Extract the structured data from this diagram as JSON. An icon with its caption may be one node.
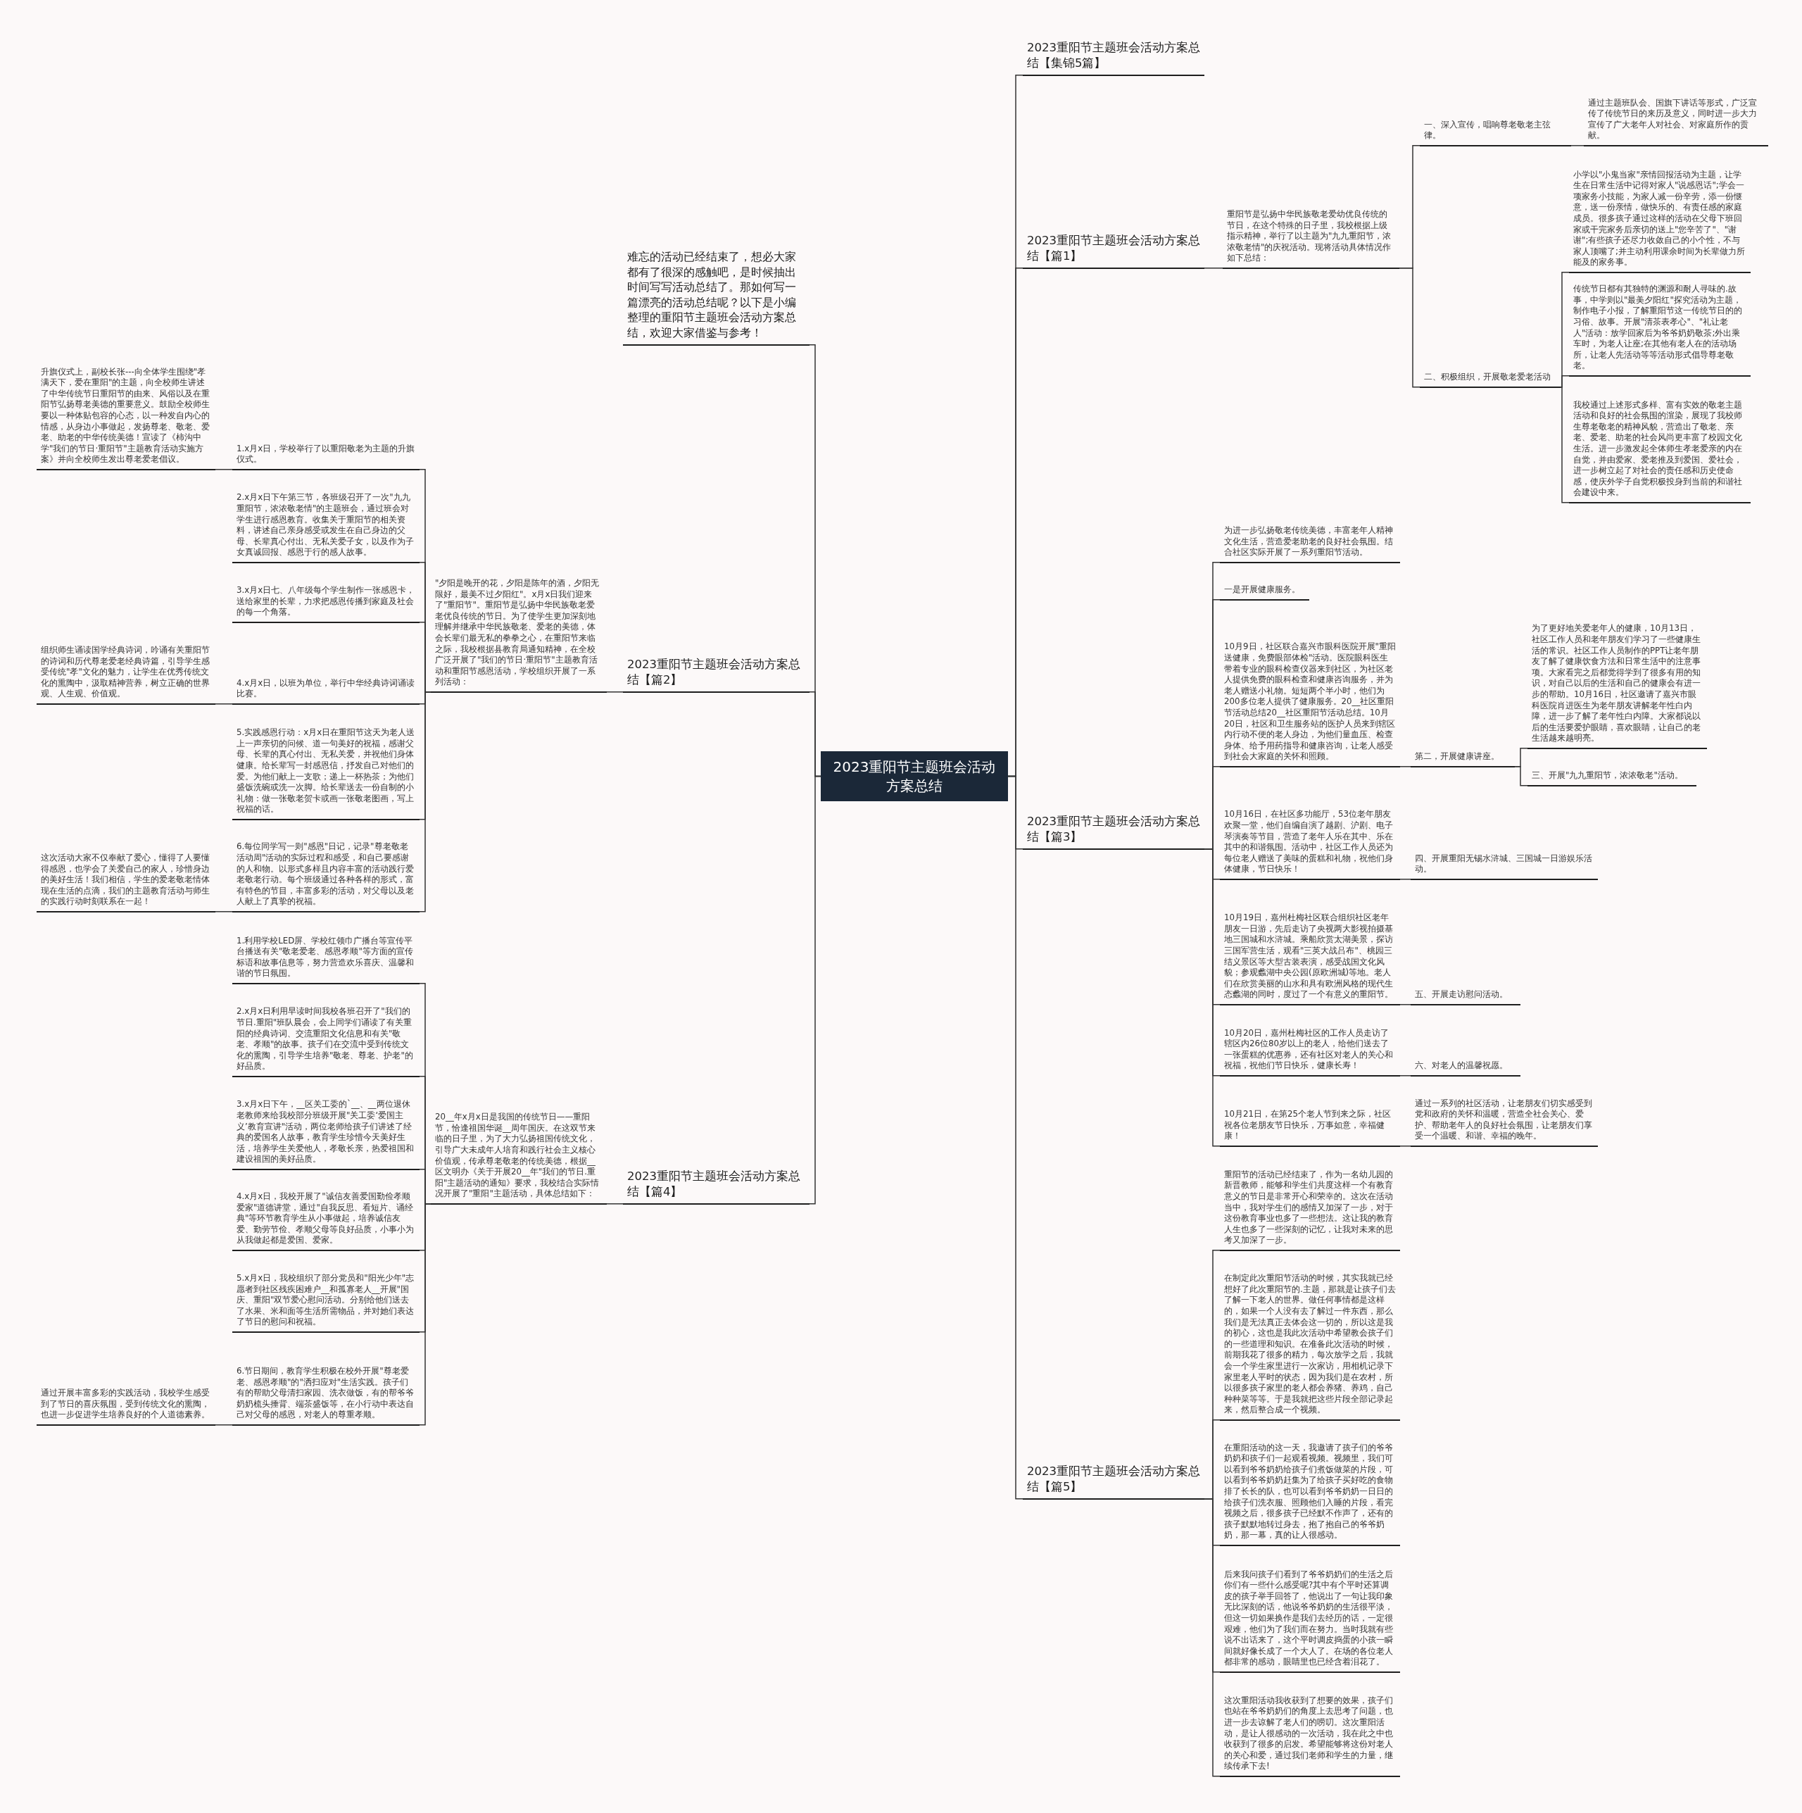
{
  "diagram": {
    "nodes": [
      {
        "text": [
          "2023重阳节主题班会活动方案总结"
        ]
      },
      {
        "text": [
          "难忘的活动已经结束了，想必大家都有了很深的感触吧，是时候抽出时间写写活动总结了。那如何写一篇漂亮的活动总结呢？以下是小编整理的重阳节主题班会活动方案总结，欢迎大家借鉴与参考！"
        ]
      },
      {
        "text": [
          "2023重阳节主题班会活动方案总结【篇2】"
        ]
      },
      {
        "text": [
          "\"夕阳是晚开的花，夕阳是陈年的酒，夕阳无限好，最美不过夕阳红\"。x月x日我们迎来了\"重阳节\"。重阳节是弘扬中华民族敬老爱老优良传统的节日。为了使学生更加深刻地理解并继承中华民族敬老、爱老的美德，体会长辈们最无私的拳拳之心，在重阳节来临之际，我校根据县教育局通知精神，在全校广泛开展了\"我们的节日·重阳节\"主题教育活动和重阳节感恩活动，学校组织开展了一系列活动："
        ]
      },
      {
        "text": [
          "1.x月x日，学校举行了以重阳敬老为主题的升旗仪式。"
        ]
      },
      {
        "text": [
          "升旗仪式上，副校长张---向全体学生围绕\"孝满天下，爱在重阳\"的主题，向全校师生讲述了中华传统节日重阳节的由来、风俗以及在重阳节弘扬尊老美德的重要意义。鼓励全校师生要以一种体贴包容的心态，以一种发自内心的情感，从身边小事做起，发扬尊老、敬老、爱老、助老的中华传统美德！宣读了《柿沟中学\"我们的节日·重阳节\"主题教育活动实施方案》并向全校师生发出尊老爱老倡议。"
        ]
      },
      {
        "text": [
          "2.x月x日下午第三节，各班级召开了一次\"九九重阳节，浓浓敬老情\"的主题班会，通过班会对学生进行感恩教育。收集关于重阳节的相关资料，讲述自己亲身感受或发生在自己身边的父母、长辈真心付出、无私关爱子女，以及作为子女真诚回报、感恩于行的感人故事。"
        ]
      },
      {
        "text": [
          "3.x月x日七、八年级每个学生制作一张感恩卡，送给家里的长辈，力求把感恩传播到家庭及社会的每一个角落。"
        ]
      },
      {
        "text": [
          "4.x月x日，以班为单位，举行中华经典诗词诵读比赛。"
        ]
      },
      {
        "text": [
          "组织师生诵读国学经典诗词，吟诵有关重阳节的诗词和历代尊老爱老经典诗篇，引导学生感受传统\"孝\"文化的魅力，让学生在优秀传统文化的熏陶中，汲取精神营养，树立正确的世界观、人生观、价值观。"
        ]
      },
      {
        "text": [
          "5.实践感恩行动：x月x日在重阳节这天为老人送上一声亲切的问候、道一句美好的祝福，感谢父母、长辈的真心付出、无私关爱，并祝他们身体健康。给长辈写一封感恩信，抒发自己对他们的爱。为他们献上一支歌；递上一杯热茶；为他们盛饭洗碗或洗一次脚。给长辈送去一份自制的小礼物：做一张敬老贺卡或画一张敬老图画，写上祝福的话。"
        ]
      },
      {
        "text": [
          "6.每位同学写一则\"感恩\"日记，记录\"尊老敬老活动周\"活动的实际过程和感受，和自己要感谢的人和物。以形式多样且内容丰富的活动践行爱老敬老行动。每个班级通过各种各样的形式，富有特色的节目，丰富多彩的活动，对父母以及老人献上了真挚的祝福。"
        ]
      },
      {
        "text": [
          "这次活动大家不仅奉献了爱心，懂得了人要懂得感恩，也学会了关爱自己的家人，珍惜身边的美好生活！我们相信，学生的爱老敬老情体现在生活的点滴，我们的主题教育活动与师生的实践行动时刻联系在一起！"
        ]
      },
      {
        "text": [
          "2023重阳节主题班会活动方案总结【篇4】"
        ]
      },
      {
        "text": [
          "20__年x月x日是我国的传统节日——重阳节，恰逢祖国华诞__周年国庆。在这双节来临的日子里，为了大力弘扬祖国传统文化，引导广大未成年人培育和践行社会主义核心价值观，传承尊老敬老的传统美德，根据__区文明办《关于开展20__年\"我们的节日.重阳\"主题活动的通知》要求，我校结合实际情况开展了\"重阳\"主题活动，具体总结如下："
        ]
      },
      {
        "text": [
          "1.利用学校LED屏、学校红领巾广播台等宣传平台播送有关\"敬老爱老、感恩孝顺\"等方面的宣传标语和故事信息等，努力营造欢乐喜庆、温馨和谐的节日氛围。"
        ]
      },
      {
        "text": [
          "2.x月x日利用早读时间我校各班召开了\"我们的节日.重阳\"班队晨会，会上同学们诵读了有关重阳的经典诗词、交流重阳文化信息和有关\"敬老、孝顺\"的故事。孩子们在交流中受到传统文化的熏陶，引导学生培养\"敬老、尊老、护老\"的好品质。"
        ]
      },
      {
        "text": [
          "3.x月x日下午，__区关工委的`__、__两位退休老教师来给我校部分班级开展\"关工委‘爱国主义’教育宣讲\"活动，两位老师给孩子们讲述了经典的爱国名人故事，教育学生珍惜今天美好生活，培养学生关爱他人，孝敬长亲，热爱祖国和建设祖国的美好品质。"
        ]
      },
      {
        "text": [
          "4.x月x日，我校开展了\"诚信友善爱国勤俭孝顺爱家\"道德讲堂，通过\"自我反思、看短片、诵经典\"等环节教育学生从小事做起，培养诚信友爱、勤劳节俭、孝顺父母等良好品质，小事小为从我做起都是爱国、爱家。"
        ]
      },
      {
        "text": [
          "5.x月x日，我校组织了部分党员和\"阳光少年\"志愿者到社区残疾困难户__和孤寡老人__开展\"国庆、重阳\"双节爱心慰问活动。分别给他们送去了水果、米和面等生活所需物品，并对她们表达了节日的慰问和祝福。"
        ]
      },
      {
        "text": [
          "6.节日期间，教育学生积极在校外开展\"尊老爱老、感恩孝顺\"的\"洒扫应对\"生活实践。孩子们有的帮助父母清扫家园、洗衣做饭，有的帮爷爷奶奶梳头捶背、端茶盛饭等，在小行动中表达自己对父母的感恩，对老人的尊重孝顺。"
        ]
      },
      {
        "text": [
          "通过开展丰富多彩的实践活动，我校学生感受到了节日的喜庆氛围，受到传统文化的熏陶，也进一步促进学生培养良好的个人道德素养。"
        ]
      },
      {
        "text": [
          "2023重阳节主题班会活动方案总结【集锦5篇】"
        ]
      },
      {
        "text": [
          "2023重阳节主题班会活动方案总结【篇1】"
        ]
      },
      {
        "text": [
          "重阳节是弘扬中华民族敬老爱幼优良传统的节日，在这个特殊的日子里，我校根据上级指示精神，举行了以主题为\"九九重阳节，浓浓敬老情\"的庆祝活动。现将活动具体情况作如下总结："
        ]
      },
      {
        "text": [
          "一、深入宣传，唱响尊老敬老主弦律。"
        ]
      },
      {
        "text": [
          "通过主题班队会、国旗下讲话等形式，广泛宣传了传统节日的来历及意义，同时进一步大力宣传了广大老年人对社会、对家庭所作的贡献。"
        ]
      },
      {
        "text": [
          "二、积极组织，开展敬老爱老活动"
        ]
      },
      {
        "text": [
          "小学以\"小鬼当家\"亲情回报活动为主题，让学生在日常生活中记得对家人\"说感恩话\";学会一项家务小技能，为家人减一份辛劳，添一份惬意，送一份亲情，做快乐的、有责任感的家庭成员。很多孩子通过这样的活动在父母下班回家或干完家务后亲切的送上\"您辛苦了\"、\"谢谢\";有些孩子还尽力收敛自己的小个性，不与家人顶嘴了;并主动利用课余时间为长辈做力所能及的家务事。"
        ]
      },
      {
        "text": [
          "传统节日都有其独特的渊源和耐人寻味的.故事，中学则以\"最美夕阳红\"探究活动为主题，制作电子小报，了解重阳节这一传统节日的的习俗、故事。开展\"清茶表孝心\"、\"礼让老人\"活动：放学回家后为爷爷奶奶敬茶;外出乘车时，为老人让座;在其他有老人在的活动场所，让老人先活动等等活动形式倡导尊老敬老。"
        ]
      },
      {
        "text": [
          "我校通过上述形式多样、富有实效的敬老主题活动和良好的社会氛围的渲染，展现了我校师生尊老敬老的精神风貌，营造出了敬老、亲老、爱老、助老的社会风尚更丰富了校园文化生活。进一步激发起全体师生孝老爱亲的内在自觉，并由爱家、爱老推及到爱国、爱社会，进一步树立起了对社会的责任感和历史使命感，使庆外学子自觉积极投身到当前的和谐社会建设中来。"
        ]
      },
      {
        "text": [
          "2023重阳节主题班会活动方案总结【篇3】"
        ]
      },
      {
        "text": [
          "为进一步弘扬敬老传统美德，丰富老年人精神文化生活，营造爱老助老的良好社会氛围。结合社区实际开展了一系列重阳节活动。"
        ]
      },
      {
        "text": [
          "一是开展健康服务。"
        ]
      },
      {
        "text": [
          "10月9日，社区联合嘉兴市眼科医院开展\"重阳送健康，免费眼部体检\"活动。医院眼科医生带着专业的眼科检查仪器来到社区，为社区老人提供免费的眼科检查和健康咨询服务，并为老人赠送小礼物。短短两个半小时，他们为200多位老人提供了健康服务。20__社区重阳节活动总结20__社区重阳节活动总结。10月20日，社区和卫生服务站的医护人员来到辖区内行动不便的老人身边，为他们量血压、检查身体、给予用药指导和健康咨询，让老人感受到社会大家庭的关怀和照顾。"
        ]
      },
      {
        "text": [
          "第二，开展健康讲座。"
        ]
      },
      {
        "text": [
          "为了更好地关爱老年人的健康，10月13日，社区工作人员和老年朋友们学习了一些健康生活的常识。社区工作人员制作的PPT让老年朋友了解了健康饮食方法和日常生活中的注意事项。大家看完之后都觉得学到了很多有用的知识，对自己以后的生活和自己的健康会有进一步的帮助。10月16日，社区邀请了嘉兴市眼科医院肖进医生为老年朋友讲解老年性白内障，进一步了解了老年性白内障。大家都说以后的生活要爱护眼睛，喜欢眼睛，让自己的老生活越来越明亮。"
        ]
      },
      {
        "text": [
          "三、开展\"九九重阳节，浓浓敬老\"活动。"
        ]
      },
      {
        "text": [
          "10月16日，在社区多功能厅，53位老年朋友欢聚一堂，他们自编自演了越剧、沪剧、电子琴演奏等节目，营造了老年人乐在其中、乐在其中的和谐氛围。活动中，社区工作人员还为每位老人赠送了美味的蛋糕和礼物，祝他们身体健康，节日快乐！"
        ]
      },
      {
        "text": [
          "四、开展重阳无锡水浒城、三国城一日游娱乐活动。"
        ]
      },
      {
        "text": [
          "10月19日，嘉州杜梅社区联合组织社区老年朋友一日游，先后走访了央视两大影视拍摄基地三国城和水浒城。乘船欣赏太湖美景，探访三国军营生活，观看\"三英大战吕布\"、桃园三结义景区等大型古装表演，感受战国文化风貌；参观蠡湖中央公园(原欧洲城)等地。老人们在欣赏美丽的山水和具有欧洲风格的现代生态蠡湖的同时，度过了一个有意义的重阳节。"
        ]
      },
      {
        "text": [
          "五、开展走访慰问活动。"
        ]
      },
      {
        "text": [
          "10月20日，嘉州杜梅社区的工作人员走访了辖区内26位80岁以上的老人，给他们送去了一张蛋糕的优惠券，还有社区对老人的关心和祝福，祝他们节日快乐，健康长寿！"
        ]
      },
      {
        "text": [
          "六、对老人的温馨祝愿。"
        ]
      },
      {
        "text": [
          "10月21日，在第25个老人节到来之际，社区祝各位老朋友节日快乐，万事如意，幸福健康！"
        ]
      },
      {
        "text": [
          "通过一系列的社区活动，让老朋友们切实感受到党和政府的关怀和温暖，营造全社会关心、爱护、帮助老年人的良好社会氛围，让老朋友们享受一个温暖、和谐、幸福的晚年。"
        ]
      },
      {
        "text": [
          "2023重阳节主题班会活动方案总结【篇5】"
        ]
      },
      {
        "text": [
          "重阳节的活动已经结束了，作为一名幼儿园的新晋教师，能够和学生们共度这样一个有教育意义的节日是非常开心和荣幸的。这次在活动当中，我对学生们的感情又加深了一步，对于这份教育事业也多了一些想法。这让我的教育人生也多了一些深刻的记忆，让我对未来的思考又加深了一步。"
        ]
      },
      {
        "text": [
          "在制定此次重阳节活动的时候，其实我就已经想好了此次重阳节的.主题，那就是让孩子们去了解一下老人的世界。做任何事情都是这样的，如果一个人没有去了解过一件东西，那么我们是无法真正去体会这一切的，所以这是我的初心，这也是我此次活动中希望教会孩子们的一些道理和知识。在准备此次活动的时候，前期我花了很多的精力，每次放学之后，我就会一个学生家里进行一次家访，用相机记录下家里老人平时的状态，因为我们是在农村，所以很多孩子家里的老人都会养猪、养鸡，自己种种菜等等。于是我就把这些片段全部记录起来，然后整合成一个视频。"
        ]
      },
      {
        "text": [
          "在重阳活动的这一天，我邀请了孩子们的爷爷奶奶和孩子们一起观看视频。视频里，我们可以看到爷爷奶奶给孩子们煮饭做菜的片段，可以看到爷爷奶奶赶集为了给孩子买好吃的食物排了长长的队，也可以看到爷爷奶奶一日日的给孩子们洗衣服、照顾他们入睡的片段，看完视频之后，很多孩子已经默不作声了，还有的孩子默默地转过身去，抱了抱自己的爷爷奶奶，那一幕，真的让人很感动。"
        ]
      },
      {
        "text": [
          "后来我问孩子们看到了爷爷奶奶们的生活之后你们有一些什么感受呢?其中有个平时还算调皮的孩子举手回答了，他说出了一句让我印象无比深刻的话，他说爷爷奶奶的生活很平淡，但这一切如果换作是我们去经历的话，一定很艰难，他们为了我们而在努力。当时我就有些说不出话来了，这个平时调皮捣蛋的小孩一瞬间就好像长成了一个大人了。在场的各位老人都非常的感动，眼睛里也已经含着泪花了。"
        ]
      },
      {
        "text": [
          "这次重阳活动我收获到了想要的效果，孩子们也站在爷爷奶奶们的角度上去思考了问题，也进一步去谅解了老人们的唠叨。这次重阳活动，是让人很感动的一次活动，我在此之中也收获到了很多的启发。希望能够将这份对老人的关心和爱，通过我们老师和学生的力量，继续传承下去!"
        ]
      }
    ],
    "edges": [
      {
        "from": 0,
        "to": 1,
        "arrow": "none"
      },
      {
        "from": 0,
        "to": 2,
        "arrow": "none"
      },
      {
        "from": 2,
        "to": 3,
        "arrow": "none"
      },
      {
        "from": 3,
        "to": 4,
        "arrow": "none"
      },
      {
        "from": 4,
        "to": 5,
        "arrow": "none"
      },
      {
        "from": 3,
        "to": 6,
        "arrow": "none"
      },
      {
        "from": 3,
        "to": 7,
        "arrow": "none"
      },
      {
        "from": 3,
        "to": 8,
        "arrow": "none"
      },
      {
        "from": 8,
        "to": 9,
        "arrow": "none"
      },
      {
        "from": 3,
        "to": 10,
        "arrow": "none"
      },
      {
        "from": 3,
        "to": 11,
        "arrow": "none"
      },
      {
        "from": 11,
        "to": 12,
        "arrow": "none"
      },
      {
        "from": 0,
        "to": 13,
        "arrow": "none"
      },
      {
        "from": 13,
        "to": 14,
        "arrow": "none"
      },
      {
        "from": 14,
        "to": 15,
        "arrow": "none"
      },
      {
        "from": 14,
        "to": 16,
        "arrow": "none"
      },
      {
        "from": 14,
        "to": 17,
        "arrow": "none"
      },
      {
        "from": 14,
        "to": 18,
        "arrow": "none"
      },
      {
        "from": 14,
        "to": 19,
        "arrow": "none"
      },
      {
        "from": 14,
        "to": 20,
        "arrow": "none"
      },
      {
        "from": 20,
        "to": 21,
        "arrow": "none"
      },
      {
        "from": 0,
        "to": 22,
        "arrow": "none"
      },
      {
        "from": 0,
        "to": 23,
        "arrow": "none"
      },
      {
        "from": 23,
        "to": 24,
        "arrow": "none"
      },
      {
        "from": 24,
        "to": 25,
        "arrow": "none"
      },
      {
        "from": 25,
        "to": 26,
        "arrow": "none"
      },
      {
        "from": 24,
        "to": 27,
        "arrow": "none"
      },
      {
        "from": 27,
        "to": 28,
        "arrow": "none"
      },
      {
        "from": 27,
        "to": 29,
        "arrow": "none"
      },
      {
        "from": 27,
        "to": 30,
        "arrow": "none"
      },
      {
        "from": 0,
        "to": 31,
        "arrow": "none"
      },
      {
        "from": 31,
        "to": 32,
        "arrow": "none"
      },
      {
        "from": 31,
        "to": 33,
        "arrow": "none"
      },
      {
        "from": 31,
        "to": 34,
        "arrow": "none"
      },
      {
        "from": 34,
        "to": 35,
        "arrow": "none"
      },
      {
        "from": 35,
        "to": 36,
        "arrow": "none"
      },
      {
        "from": 35,
        "to": 37,
        "arrow": "none"
      },
      {
        "from": 31,
        "to": 38,
        "arrow": "none"
      },
      {
        "from": 38,
        "to": 39,
        "arrow": "none"
      },
      {
        "from": 31,
        "to": 40,
        "arrow": "none"
      },
      {
        "from": 40,
        "to": 41,
        "arrow": "none"
      },
      {
        "from": 31,
        "to": 42,
        "arrow": "none"
      },
      {
        "from": 42,
        "to": 43,
        "arrow": "none"
      },
      {
        "from": 31,
        "to": 44,
        "arrow": "none"
      },
      {
        "from": 44,
        "to": 45,
        "arrow": "none"
      },
      {
        "from": 0,
        "to": 46,
        "arrow": "none"
      },
      {
        "from": 46,
        "to": 47,
        "arrow": "none"
      },
      {
        "from": 46,
        "to": 48,
        "arrow": "none"
      },
      {
        "from": 46,
        "to": 49,
        "arrow": "none"
      },
      {
        "from": 46,
        "to": 50,
        "arrow": "none"
      },
      {
        "from": 46,
        "to": 51,
        "arrow": "none"
      }
    ]
  }
}
